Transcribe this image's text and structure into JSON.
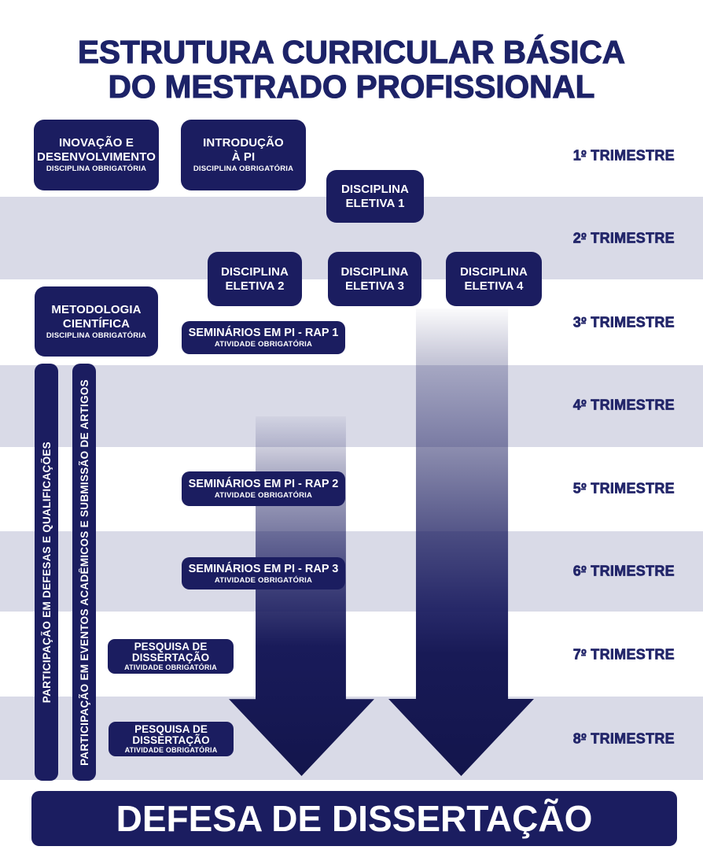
{
  "title": {
    "line1": "ESTRUTURA CURRICULAR BÁSICA",
    "line2": "DO MESTRADO PROFISSIONAL"
  },
  "trimesters": [
    {
      "label": "1º TRIMESTRE"
    },
    {
      "label": "2º TRIMESTRE"
    },
    {
      "label": "3º TRIMESTRE"
    },
    {
      "label": "4º TRIMESTRE"
    },
    {
      "label": "5º TRIMESTRE"
    },
    {
      "label": "6º TRIMESTRE"
    },
    {
      "label": "7º TRIMESTRE"
    },
    {
      "label": "8º TRIMESTRE"
    }
  ],
  "boxes": {
    "inovacao": {
      "line1": "INOVAÇÃO E",
      "line2": "DESENVOLVIMENTO",
      "sub": "DISCIPLINA OBRIGATÓRIA"
    },
    "introducao": {
      "line1": "INTRODUÇÃO",
      "line2": "À PI",
      "sub": "DISCIPLINA OBRIGATÓRIA"
    },
    "eletiva1": {
      "line1": "DISCIPLINA",
      "line2": "ELETIVA 1"
    },
    "eletiva2": {
      "line1": "DISCIPLINA",
      "line2": "ELETIVA 2"
    },
    "eletiva3": {
      "line1": "DISCIPLINA",
      "line2": "ELETIVA 3"
    },
    "eletiva4": {
      "line1": "DISCIPLINA",
      "line2": "ELETIVA 4"
    },
    "metodologia": {
      "line1": "METODOLOGIA",
      "line2": "CIENTÍFICA",
      "sub": "DISCIPLINA OBRIGATÓRIA"
    },
    "rap1": {
      "line1": "SEMINÁRIOS EM PI - RAP 1",
      "sub": "ATIVIDADE OBRIGATÓRIA"
    },
    "rap2": {
      "line1": "SEMINÁRIOS EM PI - RAP 2",
      "sub": "ATIVIDADE OBRIGATÓRIA"
    },
    "rap3": {
      "line1": "SEMINÁRIOS EM PI - RAP 3",
      "sub": "ATIVIDADE OBRIGATÓRIA"
    },
    "pesquisa7": {
      "line1": "PESQUISA DE",
      "line2": "DISSERTAÇÃO",
      "sub": "ATIVIDADE OBRIGATÓRIA"
    },
    "pesquisa8": {
      "line1": "PESQUISA DE",
      "line2": "DISSERTAÇÃO",
      "sub": "ATIVIDADE OBRIGATÓRIA"
    }
  },
  "side_bars": [
    {
      "label": "PARTICIPAÇÃO EM DEFESAS E QUALIFICAÇÕES"
    },
    {
      "label": "PARTICIPAÇÃO EM EVENTOS ACADÊMICOS E SUBMISSÃO DE ARTIGOS"
    }
  ],
  "banner": {
    "label": "DEFESA DE DISSERTAÇÃO"
  },
  "arrows": [
    {
      "name": "flow-arrow-left"
    },
    {
      "name": "flow-arrow-right"
    }
  ],
  "colors": {
    "navy": "#1b1d60",
    "band": "#d9dae7",
    "title": "#1d2368",
    "label": "#23266a",
    "text_on_navy": "#ffffff"
  }
}
